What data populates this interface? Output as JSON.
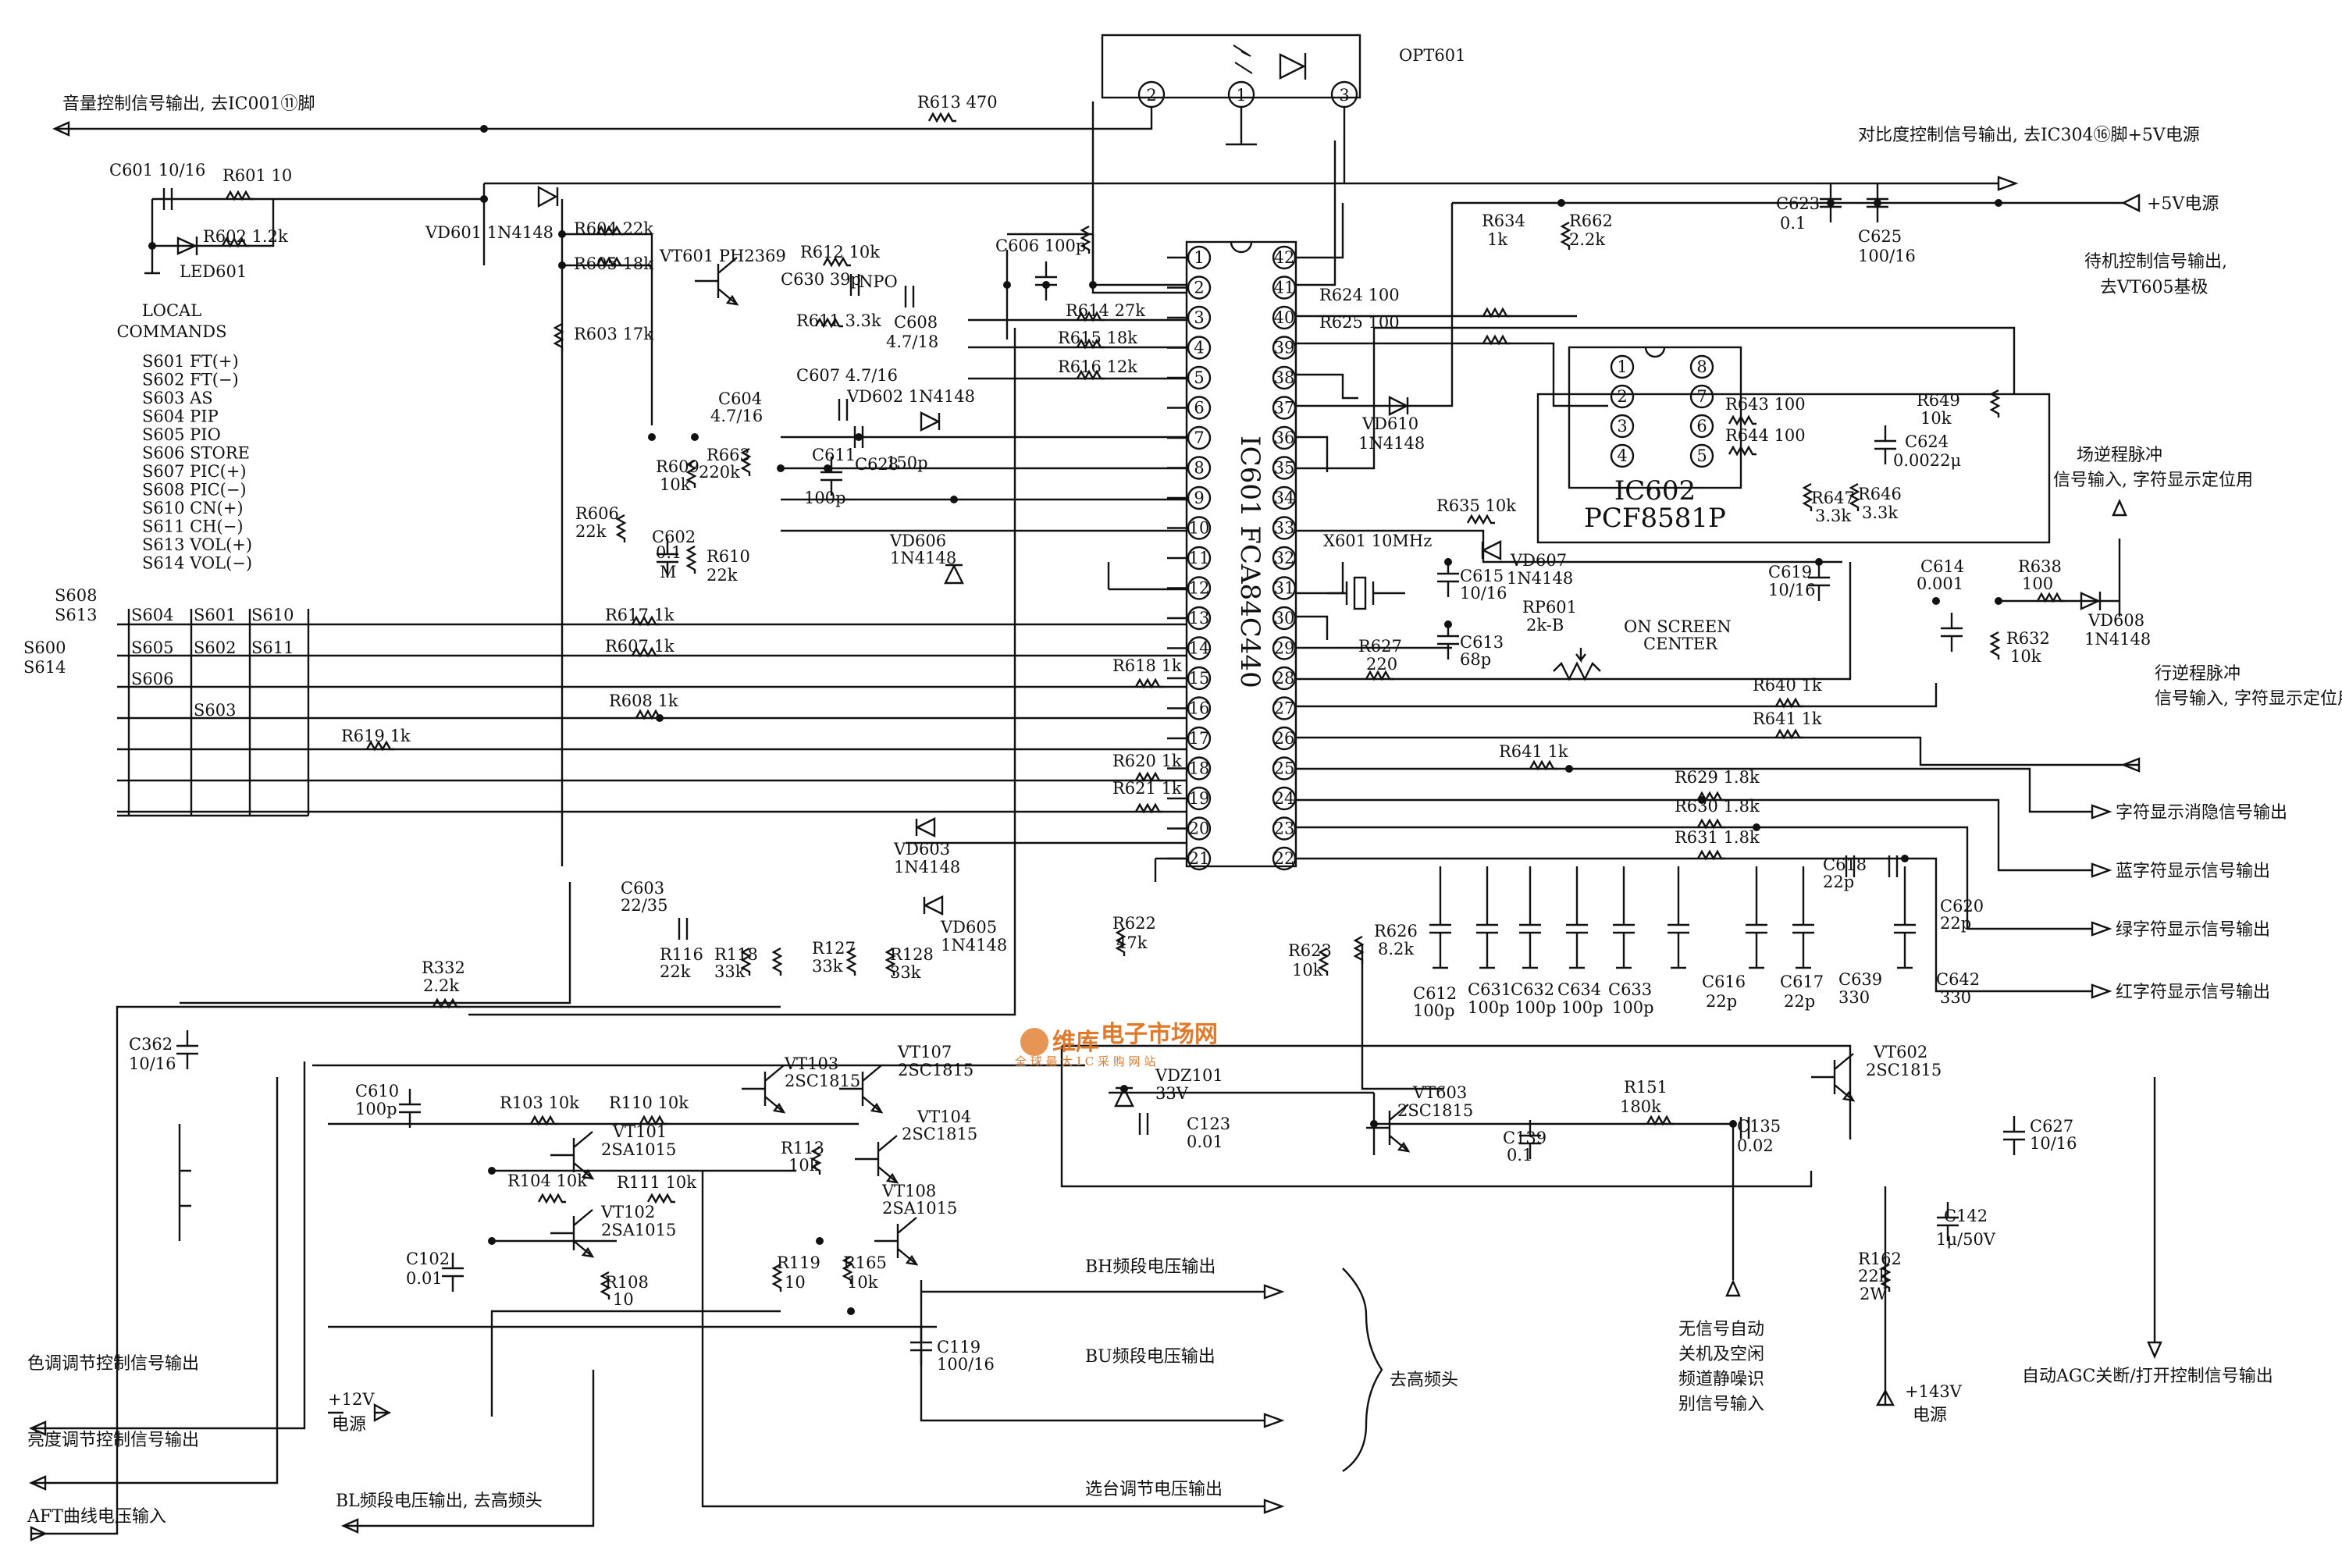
{
  "ic601": {
    "label": "IC601 FCA84C440"
  },
  "ic602": {
    "label1": "IC602",
    "label2": "PCF8581P"
  },
  "opt601": {
    "label": "OPT601",
    "pins": [
      "2",
      "1",
      "3"
    ]
  },
  "local_commands": {
    "title1": "LOCAL",
    "title2": "COMMANDS",
    "items": [
      "S601 FT(+)",
      "S602 FT(−)",
      "S603 AS",
      "S604 PIP",
      "S605 PIO",
      "S606 STORE",
      "S607 PIC(+)",
      "S608 PIC(−)",
      "S610 CN(+)",
      "S611 CH(−)",
      "S613 VOL(+)",
      "S614 VOL(−)"
    ]
  },
  "switches": [
    "S608",
    "S613",
    "S600",
    "S614",
    "S604",
    "S601",
    "S610",
    "S605",
    "S602",
    "S611",
    "S606",
    "S603"
  ],
  "signals": {
    "volume": "音量控制信号输出, 去IC001⑪脚",
    "contrast": "对比度控制信号输出, 去IC304⑯脚+5V电源",
    "plus5v": "+5V电源",
    "standby1": "待机控制信号输出,",
    "standby2": "去VT605基极",
    "vflyback1": "场逆程脉冲",
    "vflyback2": "信号输入, 字符显示定位用",
    "hflyback1": "行逆程脉冲",
    "hflyback2": "信号输入, 字符显示定位用",
    "blank": "字符显示消隐信号输出",
    "blue": "蓝字符显示信号输出",
    "green": "绿字符显示信号输出",
    "red": "红字符显示信号输出",
    "hue": "色调调节控制信号输出",
    "brightness": "亮度调节控制信号输出",
    "aft": "AFT曲线电压输入",
    "bl": "BL频段电压输出, 去高频头",
    "bh": "BH频段电压输出",
    "bu": "BU频段电压输出",
    "tuning": "选台调节电压输出",
    "to_tuner": "去高频头",
    "plus12v1": "+12V",
    "plus12v2": "电源",
    "plus143v1": "+143V",
    "plus143v2": "电源",
    "nosignal1": "无信号自动",
    "nosignal2": "关机及空闲",
    "nosignal3": "频道静噪识",
    "nosignal4": "别信号输入",
    "agc": "自动AGC关断/打开控制信号输出",
    "onscreen1": "ON SCREEN",
    "onscreen2": "CENTER"
  },
  "components": {
    "c601": "C601 10/16",
    "r601": "R601 10",
    "r602": "R602 1.2k",
    "led601": "LED601",
    "vd601": "VD601 1N4148",
    "r604": "R604 22k",
    "r605": "R605 18k",
    "r603": "R603 17k",
    "vt601": "VT601 PH2369",
    "r612": "R612 10k",
    "c630": "C630 39p",
    "npo": "NPO",
    "r611": "R611 3.3k",
    "c608a": "C608",
    "c608b": "4.7/18",
    "c606": "C606 100p",
    "r613": "R613 470",
    "r614": "R614 27k",
    "r615": "R615 18k",
    "r616": "R616 12k",
    "c607": "C607 4.7/16",
    "c604a": "C604",
    "c604b": "4.7/16",
    "vd602": "VD602 1N4148",
    "r609a": "R609",
    "r609b": "10k",
    "r663a": "R663",
    "r663b": "220k",
    "c611": "C611",
    "c628": "C628",
    "c628v": "150p",
    "c611v": "100p",
    "r606a": "R606",
    "r606b": "22k",
    "c602a": "C602",
    "c602b": "0.1",
    "c602c": "M",
    "r610a": "R610",
    "r610b": "22k",
    "vd606a": "VD606",
    "vd606b": "1N4148",
    "r617": "R617 1k",
    "r607": "R607 1k",
    "r618": "R618 1k",
    "r608": "R608 1k",
    "r619": "R619 1k",
    "r620": "R620 1k",
    "r621": "R621 1k",
    "vd603a": "VD603",
    "vd603b": "1N4148",
    "vd605a": "VD605",
    "vd605b": "1N4148",
    "c603a": "C603",
    "c603b": "22/35",
    "r116a": "R116",
    "r116b": "22k",
    "r118a": "R118",
    "r118b": "33k",
    "r127a": "R127",
    "r127b": "33k",
    "r128a": "R128",
    "r128b": "33k",
    "r622a": "R622",
    "r622b": "47k",
    "r332a": "R332",
    "r332b": "2.2k",
    "c362a": "C362",
    "c362b": "10/16",
    "vt103a": "VT103",
    "vt103b": "2SC1815",
    "vt107a": "VT107",
    "vt107b": "2SC1815",
    "vdz101a": "VDZ101",
    "vdz101b": "33V",
    "c123a": "C123",
    "c123b": "0.01",
    "c610a": "C610",
    "c610b": "100p",
    "r103": "R103 10k",
    "r110": "R110 10k",
    "vt101a": "VT101",
    "vt101b": "2SA1015",
    "r113a": "R113",
    "r113b": "10k",
    "vt104a": "VT104",
    "vt104b": "2SC1815",
    "r104": "R104 10k",
    "r111": "R111 10k",
    "vt102a": "VT102",
    "vt102b": "2SA1015",
    "vt108a": "VT108",
    "vt108b": "2SA1015",
    "c102a": "C102",
    "c102b": "0.01",
    "r108a": "R108",
    "r108b": "10",
    "r119a": "R119",
    "r119b": "10",
    "r165a": "R165",
    "r165b": "10k",
    "c119a": "C119",
    "c119b": "100/16",
    "vt603a": "VT603",
    "vt603b": "2SC1815",
    "r151a": "R151",
    "r151b": "180k",
    "c139a": "C139",
    "c139b": "0.1",
    "c135a": "C135",
    "c135b": "0.02",
    "vt602a": "VT602",
    "vt602b": "2SC1815",
    "c627a": "C627",
    "c627b": "10/16",
    "c142a": "C142",
    "c142b": "1μ/50V",
    "r162a": "R162",
    "r162b": "22k",
    "r162c": "2W",
    "r634a": "R634",
    "r634b": "1k",
    "r662a": "R662",
    "r662b": "2.2k",
    "c623a": "C623",
    "c623b": "0.1",
    "c625a": "C625",
    "c625b": "100/16",
    "r624": "R624 100",
    "r625": "R625 100",
    "vd610a": "VD610",
    "vd610b": "1N4148",
    "x601": "X601 10MHz",
    "r635": "R635 10k",
    "vd607a": "VD607",
    "vd607b": "1N4148",
    "c615a": "C615",
    "c615b": "10/16",
    "c613a": "C613",
    "c613b": "68p",
    "rp601a": "RP601",
    "rp601b": "2k-B",
    "r627a": "R627",
    "r627b": "220",
    "r643": "R643 100",
    "r644": "R644 100",
    "r649a": "R649",
    "r649b": "10k",
    "c624a": "C624",
    "c624b": "0.0022μ",
    "r647a": "R647",
    "r647b": "3.3k",
    "r646a": "R646",
    "r646b": "3.3k",
    "c619a": "C619",
    "c619b": "10/16",
    "c614a": "C614",
    "c614b": "0.001",
    "r638a": "R638",
    "r638b": "100",
    "r632a": "R632",
    "r632b": "10k",
    "vd608a": "VD608",
    "vd608b": "1N4148",
    "r640": "R640 1k",
    "r641a": "R641 1k",
    "r641b": "R641 1k",
    "r629": "R629 1.8k",
    "r630": "R630 1.8k",
    "r631": "R631 1.8k",
    "c618a": "C618",
    "c618b": "22p",
    "c620a": "C620",
    "c620b": "22p",
    "r623a": "R623",
    "r623b": "10k",
    "r626a": "R626",
    "r626b": "8.2k",
    "c612a": "C612",
    "c612b": "100p",
    "c631a": "C631",
    "c631b": "100p",
    "c632a": "C632",
    "c632b": "100p",
    "c634a": "C634",
    "c634b": "100p",
    "c633a": "C633",
    "c633b": "100p",
    "c616a": "C616",
    "c616b": "22p",
    "c617a": "C617",
    "c617b": "22p",
    "c639a": "C639",
    "c639b": "330",
    "c642a": "C642",
    "c642b": "330"
  },
  "watermark": {
    "brand": "维库",
    "text1": "电子市场网",
    "text2": "全 球 最 大 I C 采 购 网 站"
  },
  "caption": "……"
}
